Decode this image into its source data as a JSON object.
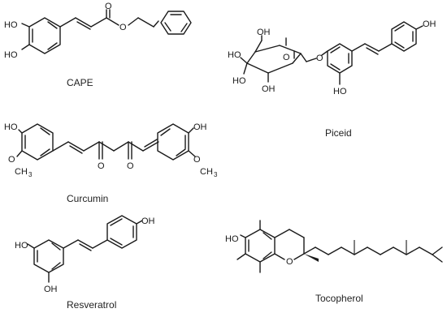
{
  "molecules": [
    {
      "name": "CAPE",
      "atoms": [
        "HO",
        "HO",
        "O",
        "O"
      ]
    },
    {
      "name": "Piceid",
      "atoms": [
        "OH",
        "HO",
        "HO",
        "OH",
        "O",
        "O",
        "HO",
        "OH"
      ]
    },
    {
      "name": "Curcumin",
      "atoms": [
        "HO",
        "O",
        "CH",
        "3",
        "O",
        "O",
        "OH",
        "O",
        "CH",
        "3"
      ]
    },
    {
      "name": "Resveratrol",
      "atoms": [
        "OH",
        "HO",
        "OH"
      ]
    },
    {
      "name": "Tocopherol",
      "atoms": [
        "HO",
        "O"
      ]
    }
  ],
  "colors": {
    "bond": "#1a1a1a",
    "text": "#222222",
    "background": "#ffffff"
  }
}
